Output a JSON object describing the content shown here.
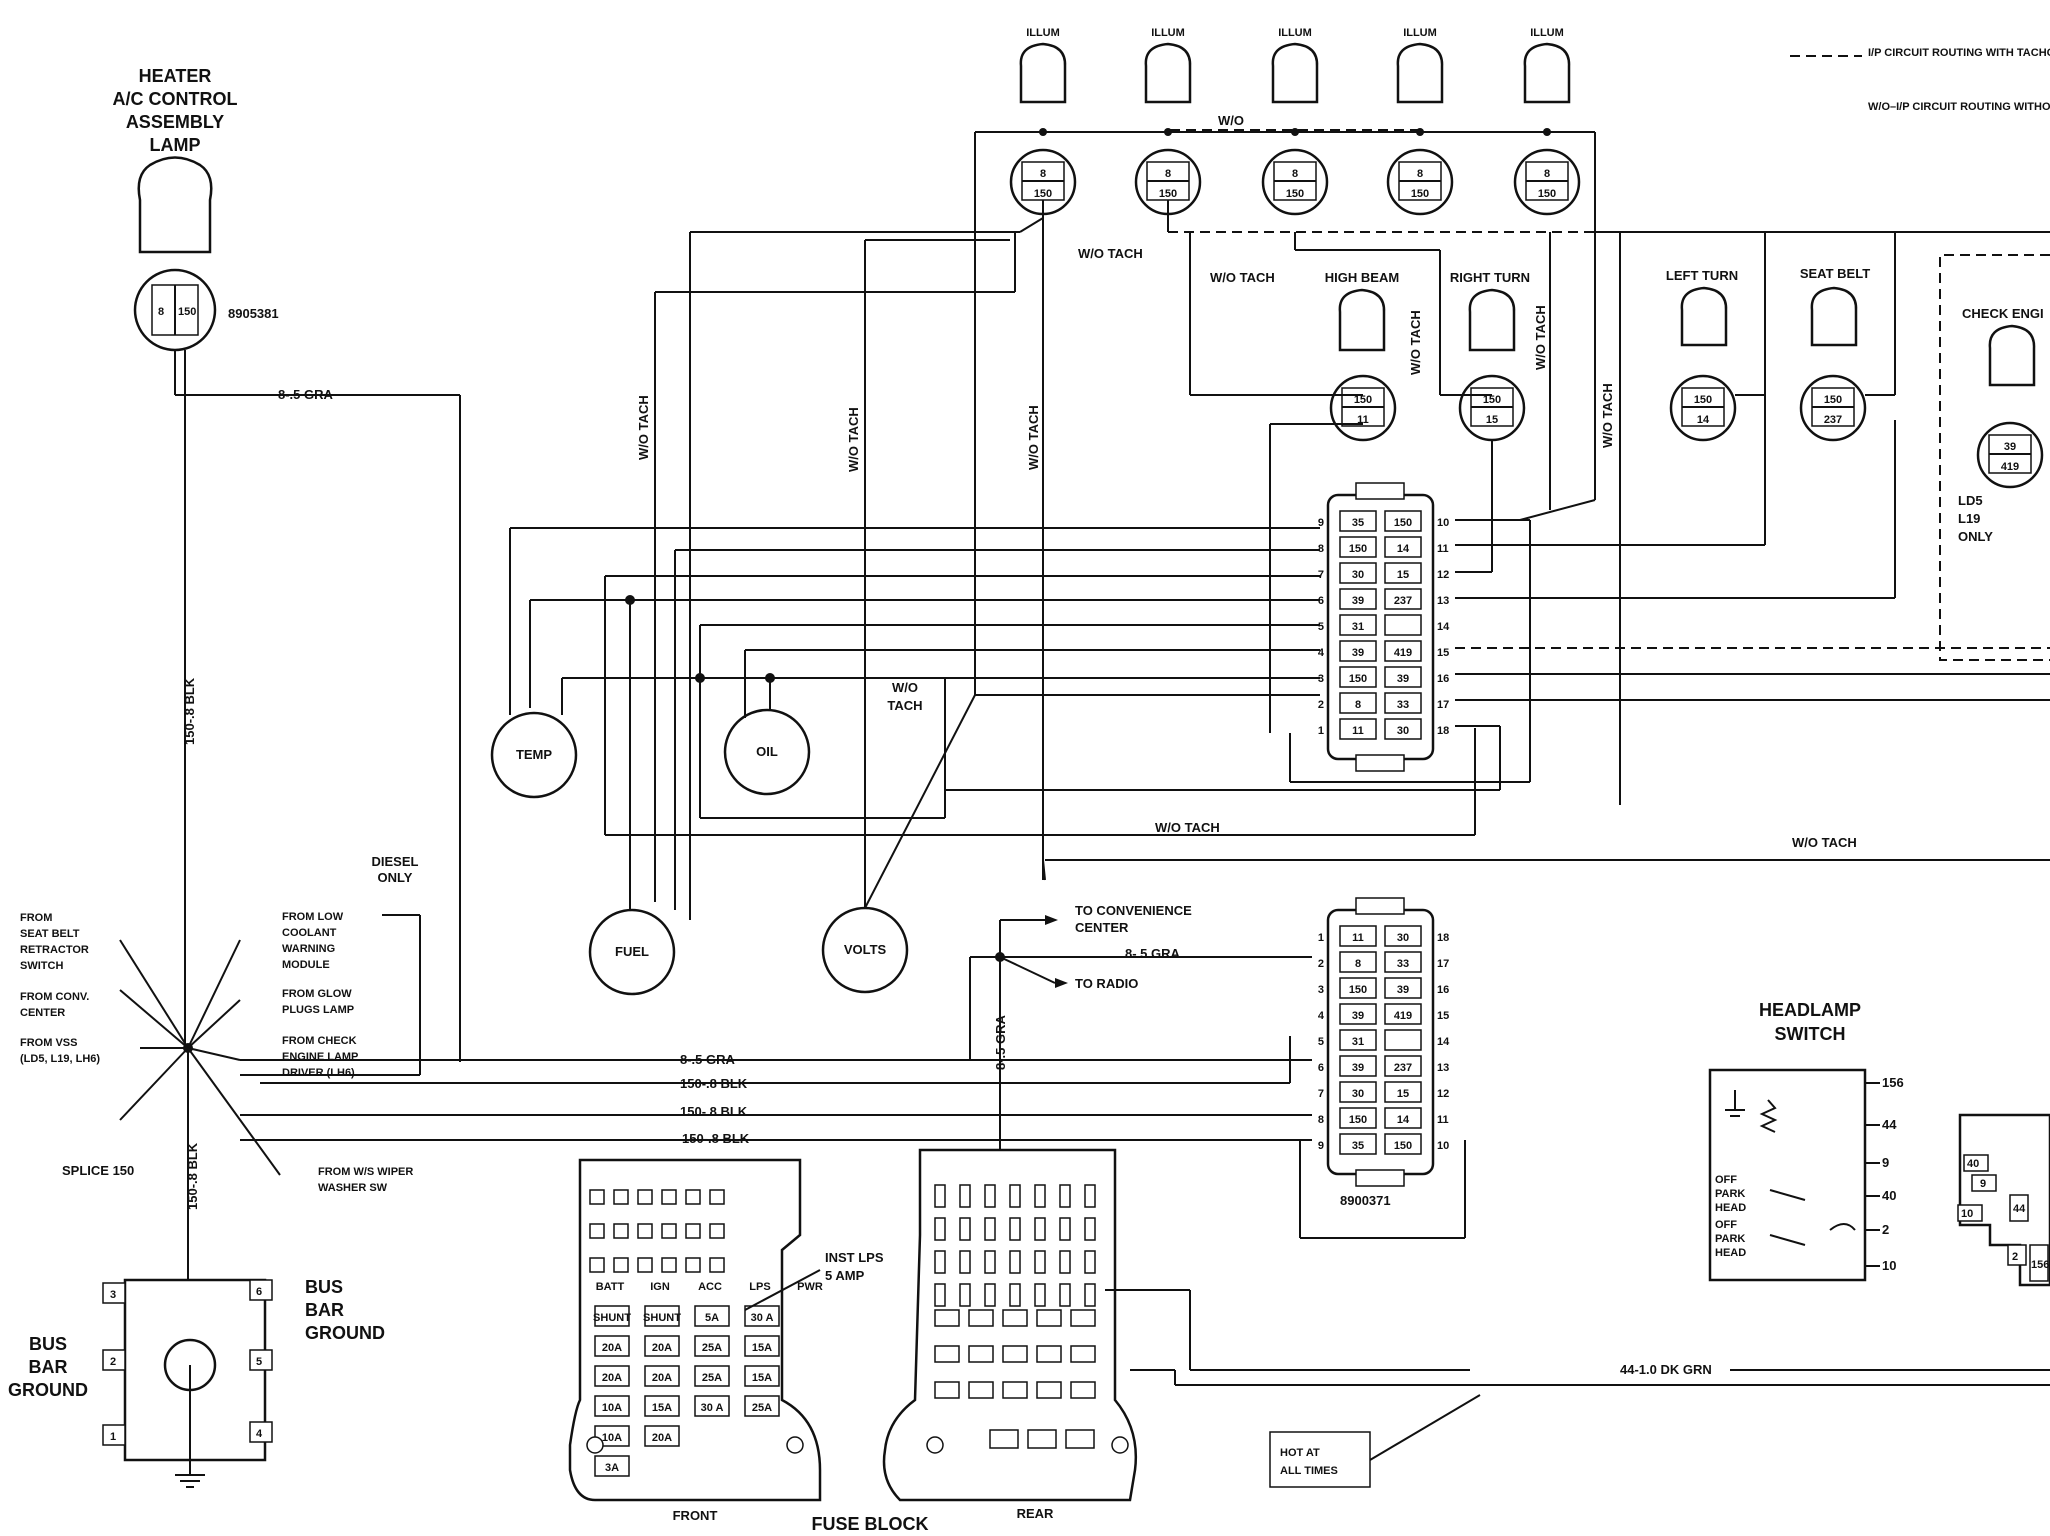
{
  "header": {
    "legend_tach": "I/P CIRCUIT ROUTING WITH TACHOMETER",
    "legend_wo": "W/O–I/P CIRCUIT ROUTING WITHOUT TACHOMETER"
  },
  "lamps": {
    "heater": [
      "HEATER",
      "A/C CONTROL",
      "ASSEMBLY",
      "LAMP"
    ],
    "heater_part": "8905381",
    "illum": "ILLUM",
    "high_beam": "HIGH BEAM",
    "right_turn": "RIGHT TURN",
    "left_turn": "LEFT TURN",
    "seat_belt": "SEAT BELT",
    "check_engine": "CHECK ENGI",
    "ld5": [
      "LD5",
      "L19",
      "ONLY"
    ]
  },
  "socket_labels": {
    "illum_top": "8",
    "illum_bottom": "150",
    "high_beam": [
      "150",
      "11"
    ],
    "right_turn": [
      "150",
      "15"
    ],
    "left_turn": [
      "150",
      "14"
    ],
    "seat_belt": [
      "150",
      "237"
    ],
    "check_engine": [
      "39",
      "419"
    ],
    "heater": [
      "8",
      "150"
    ]
  },
  "wire_labels": {
    "wo": "W/O",
    "wo_tach": "W/O TACH",
    "wo_tach_split": [
      "W/O",
      "TACH"
    ],
    "gra": "8-.5 GRA",
    "blk": "150-.8 BLK",
    "gra_v": "8-.5 GRA",
    "dk_grn": "44-1.0 DK GRN"
  },
  "gauges": {
    "temp": "TEMP",
    "oil": "OIL",
    "fuel": "FUEL",
    "volts": "VOLTS"
  },
  "connector_upper": {
    "left_pins": [
      "9",
      "8",
      "7",
      "6",
      "5",
      "4",
      "3",
      "2",
      "1"
    ],
    "right_pins": [
      "10",
      "11",
      "12",
      "13",
      "14",
      "15",
      "16",
      "17",
      "18"
    ],
    "left_cells": [
      "35",
      "150",
      "30",
      "39",
      "31",
      "39",
      "150",
      "8",
      "11"
    ],
    "right_cells": [
      "150",
      "14",
      "15",
      "237",
      "",
      "419",
      "39",
      "33",
      "30"
    ]
  },
  "connector_lower": {
    "left_pins": [
      "1",
      "2",
      "3",
      "4",
      "5",
      "6",
      "7",
      "8",
      "9"
    ],
    "right_pins": [
      "18",
      "17",
      "16",
      "15",
      "14",
      "13",
      "12",
      "11",
      "10"
    ],
    "left_cells": [
      "11",
      "8",
      "150",
      "39",
      "31",
      "39",
      "30",
      "150",
      "35"
    ],
    "right_cells": [
      "30",
      "33",
      "39",
      "419",
      "",
      "237",
      "15",
      "14",
      "150"
    ],
    "part": "8900371"
  },
  "splice": {
    "label": "SPLICE 150",
    "diesel": [
      "DIESEL",
      "ONLY"
    ],
    "seat_belt": [
      "FROM",
      "SEAT BELT",
      "RETRACTOR",
      "SWITCH"
    ],
    "conv": [
      "FROM CONV.",
      "CENTER"
    ],
    "vss": [
      "FROM VSS",
      "(LD5, L19, LH6)"
    ],
    "coolant": [
      "FROM LOW",
      "COOLANT",
      "WARNING",
      "MODULE"
    ],
    "glow": [
      "FROM GLOW",
      "PLUGS LAMP"
    ],
    "check": [
      "FROM CHECK",
      "ENGINE LAMP",
      "DRIVER (LH6)"
    ],
    "wiper": [
      "FROM W/S WIPER",
      "WASHER SW"
    ]
  },
  "convenience": {
    "to_center": [
      "TO CONVENIENCE",
      "CENTER"
    ],
    "to_radio": "TO RADIO"
  },
  "bus_bar": {
    "title": [
      "BUS",
      "BAR",
      "GROUND"
    ],
    "left": [
      "BUS",
      "BAR",
      "GROUND"
    ],
    "terminals": [
      "3",
      "6",
      "2",
      "5",
      "1",
      "4"
    ]
  },
  "fuse_block": {
    "title": "FUSE BLOCK",
    "front": "FRONT",
    "rear": "REAR",
    "inst_lps": [
      "INST LPS",
      "5 AMP"
    ],
    "hot": [
      "HOT AT",
      "ALL TIMES"
    ],
    "fuse_rows": [
      [
        "BATT",
        "IGN",
        "ACC",
        "LPS",
        "PWR"
      ],
      [
        "SHUNT",
        "SHUNT",
        "5A",
        "30 A"
      ],
      [
        "20A",
        "20A",
        "25A",
        "15A"
      ],
      [
        "20A",
        "20A",
        "25A",
        "15A"
      ],
      [
        "10A",
        "15A",
        "30 A",
        "25A"
      ],
      [
        "10A",
        "20A"
      ],
      [
        "3A"
      ]
    ]
  },
  "headlamp_switch": {
    "title": [
      "HEADLAMP",
      "SWITCH"
    ],
    "positions": [
      "OFF",
      "PARK",
      "HEAD",
      "OFF",
      "PARK",
      "HEAD"
    ],
    "terminals": [
      "156",
      "44",
      "9",
      "40",
      "2",
      "10"
    ],
    "connector": [
      "40",
      "9",
      "10",
      "44",
      "2",
      "156"
    ]
  }
}
